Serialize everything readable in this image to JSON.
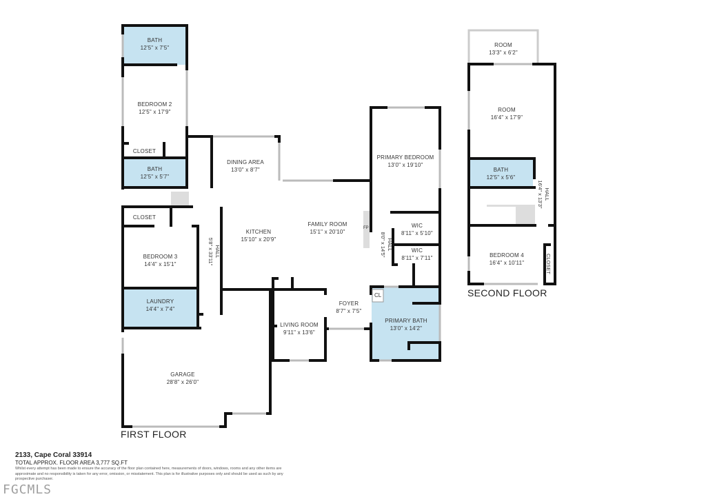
{
  "colors": {
    "wall": "#111111",
    "wet_room_fill": "#c6e3f1",
    "stairs_fill": "#dddddd",
    "window": "#cccccc",
    "background": "#ffffff"
  },
  "first_floor": {
    "title": "FIRST FLOOR",
    "rooms": [
      {
        "name": "BATH",
        "dims": "12'5\" x 7'5\""
      },
      {
        "name": "BEDROOM 2",
        "dims": "12'5\" x 17'9\""
      },
      {
        "name": "CLOSET",
        "dims": ""
      },
      {
        "name": "BATH",
        "dims": "12'5\" x 5'7\""
      },
      {
        "name": "CLOSET",
        "dims": ""
      },
      {
        "name": "BEDROOM 3",
        "dims": "14'4\" x 15'1\""
      },
      {
        "name": "LAUNDRY",
        "dims": "14'4\" x 7'4\""
      },
      {
        "name": "GARAGE",
        "dims": "28'8\" x 26'0\""
      },
      {
        "name": "DINING AREA",
        "dims": "13'0\" x 8'7\""
      },
      {
        "name": "KITCHEN",
        "dims": "15'10\" x 20'9\""
      },
      {
        "name": "FAMILY ROOM",
        "dims": "15'1\" x 20'10\""
      },
      {
        "name": "LIVING ROOM",
        "dims": "9'11\" x 13'6\""
      },
      {
        "name": "FOYER",
        "dims": "8'7\" x 7'5\""
      },
      {
        "name": "PRIMARY BEDROOM",
        "dims": "13'0\" x 19'10\""
      },
      {
        "name": "WIC",
        "dims": "8'11\" x 5'10\""
      },
      {
        "name": "WIC",
        "dims": "8'11\" x 7'11\""
      },
      {
        "name": "PRIMARY BATH",
        "dims": "13'0\" x 14'2\""
      }
    ],
    "hall_west": {
      "name": "HALL",
      "dims": "5'8\" x 33'11\""
    },
    "hall_east": {
      "name": "HALL",
      "dims": "8'0\" x 14'5\""
    },
    "closet_small": "CL",
    "fireplace": "FP"
  },
  "second_floor": {
    "title": "SECOND FLOOR",
    "rooms": [
      {
        "name": "ROOM",
        "dims": "13'3\" x 6'2\""
      },
      {
        "name": "ROOM",
        "dims": "16'4\" x 17'9\""
      },
      {
        "name": "BATH",
        "dims": "12'5\" x 5'6\""
      },
      {
        "name": "BEDROOM 4",
        "dims": "16'4\" x 10'11\""
      }
    ],
    "hall": {
      "name": "HALL",
      "dims": "16'4\" x 13'3\""
    },
    "closet": "CLOSET"
  },
  "footer": {
    "address": "2133, Cape Coral 33914",
    "total_area": "TOTAL APPROX. FLOOR AREA 3,777 SQ.FT",
    "disclaimer": "Whilst every attempt has been made to ensure the accuracy of the floor plan contained here, measurements of doors, windows, rooms and any other items are approximate and no responsibility is taken for any error, omission, or misstatement. This plan is for illustrative purposes only and should be used as such by any prospective purchaser.",
    "watermark": "FGCMLS"
  }
}
